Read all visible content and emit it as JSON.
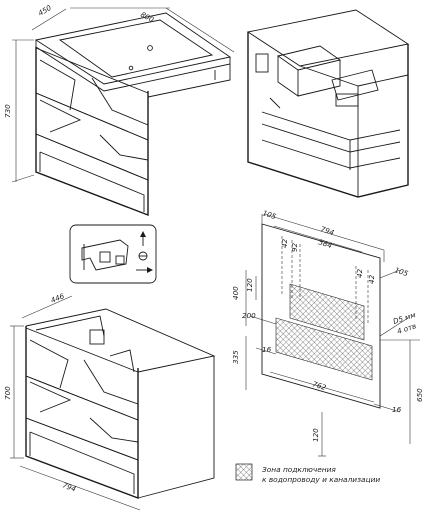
{
  "view_top_left": {
    "depth": "450",
    "width": "800",
    "height": "730"
  },
  "view_bottom_left": {
    "depth": "446",
    "height": "700",
    "width": "794"
  },
  "plan": {
    "overall_width": "794",
    "inner_width": "584",
    "left_offset": "105",
    "right_offset": "105",
    "c42a": "42",
    "c92": "92",
    "c42b": "42",
    "c42c": "42",
    "h400": "400",
    "h120": "120",
    "h200": "200",
    "h335": "335",
    "c16a": "16",
    "c16b": "16",
    "w762": "762",
    "h650": "650",
    "h120b": "120",
    "note_line1": "D5 мм",
    "note_line2": "4 отв"
  },
  "legend": {
    "line1": "Зона подключения",
    "line2": "к водопроводу и канализации"
  },
  "icons": [
    "arrow-up-icon",
    "arrow-right-icon",
    "hinge-icon"
  ]
}
